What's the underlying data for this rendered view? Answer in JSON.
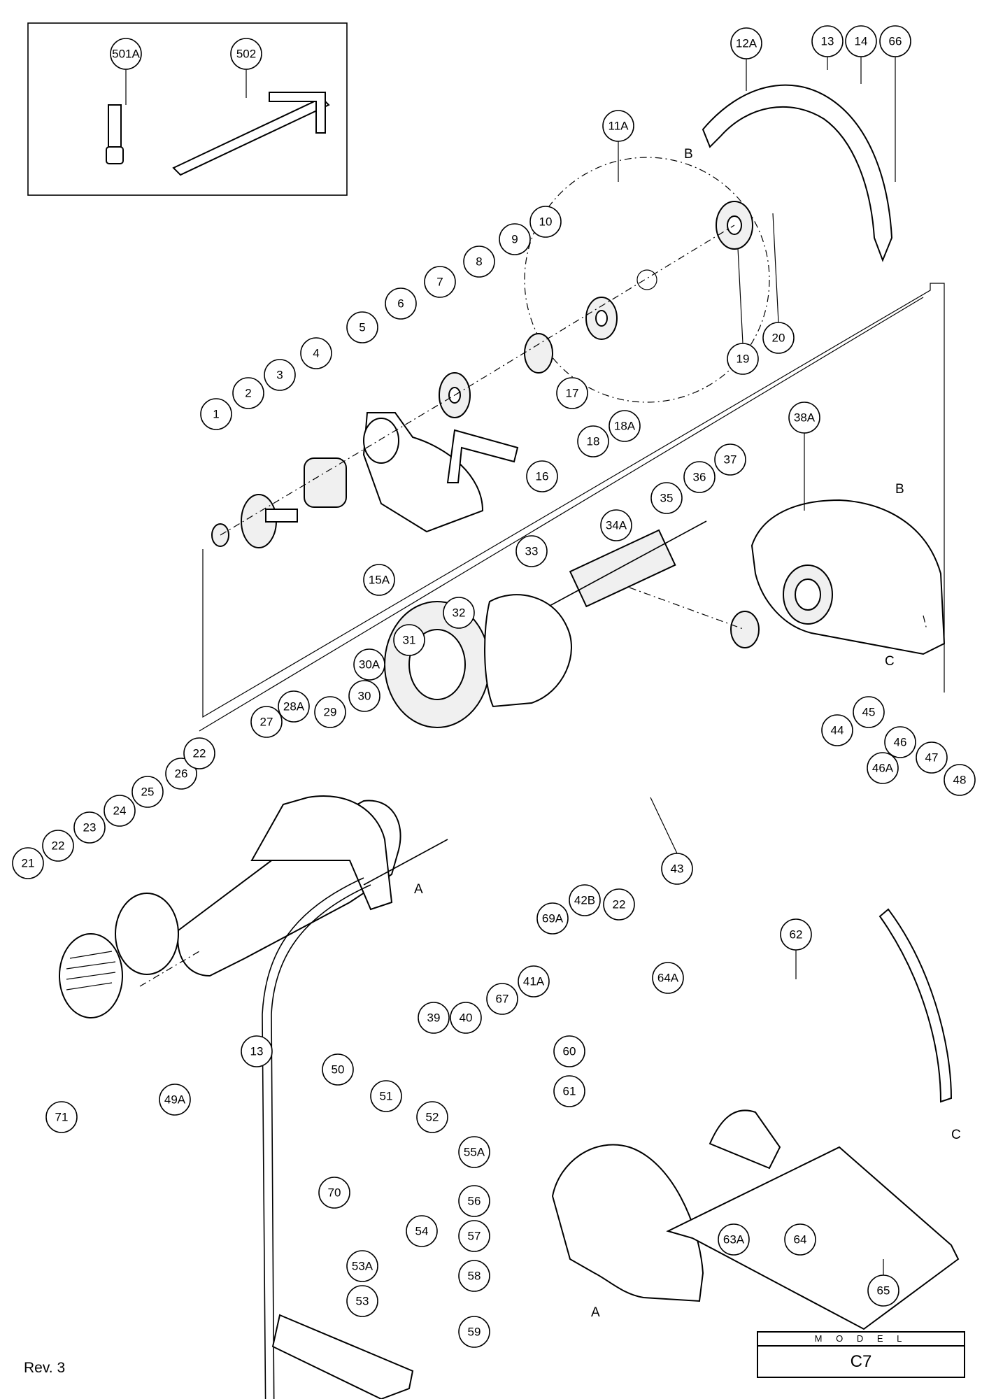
{
  "diagram": {
    "callouts": [
      "501A",
      "502",
      "12A",
      "13",
      "14",
      "66",
      "11A",
      "10",
      "9",
      "8",
      "7",
      "6",
      "5",
      "4",
      "3",
      "2",
      "1",
      "15A",
      "16",
      "17",
      "18",
      "18A",
      "19",
      "20",
      "38A",
      "37",
      "36",
      "35",
      "34A",
      "33",
      "32",
      "31",
      "30A",
      "30",
      "29",
      "28A",
      "27",
      "26",
      "25",
      "24",
      "23",
      "22",
      "21",
      "71",
      "49A",
      "13",
      "50",
      "51",
      "52",
      "39",
      "40",
      "67",
      "41A",
      "69A",
      "42B",
      "22",
      "43",
      "44",
      "45",
      "46",
      "46A",
      "47",
      "48",
      "62",
      "64A",
      "60",
      "61",
      "64",
      "63A",
      "65",
      "70",
      "54",
      "53A",
      "53",
      "55A",
      "56",
      "57",
      "58",
      "59",
      "22"
    ],
    "reference_letters": [
      "B",
      "B",
      "C",
      "C",
      "A",
      "A"
    ]
  },
  "footer": {
    "revision": "Rev. 3",
    "model_label": "M O D E L",
    "model_value": "C7"
  }
}
